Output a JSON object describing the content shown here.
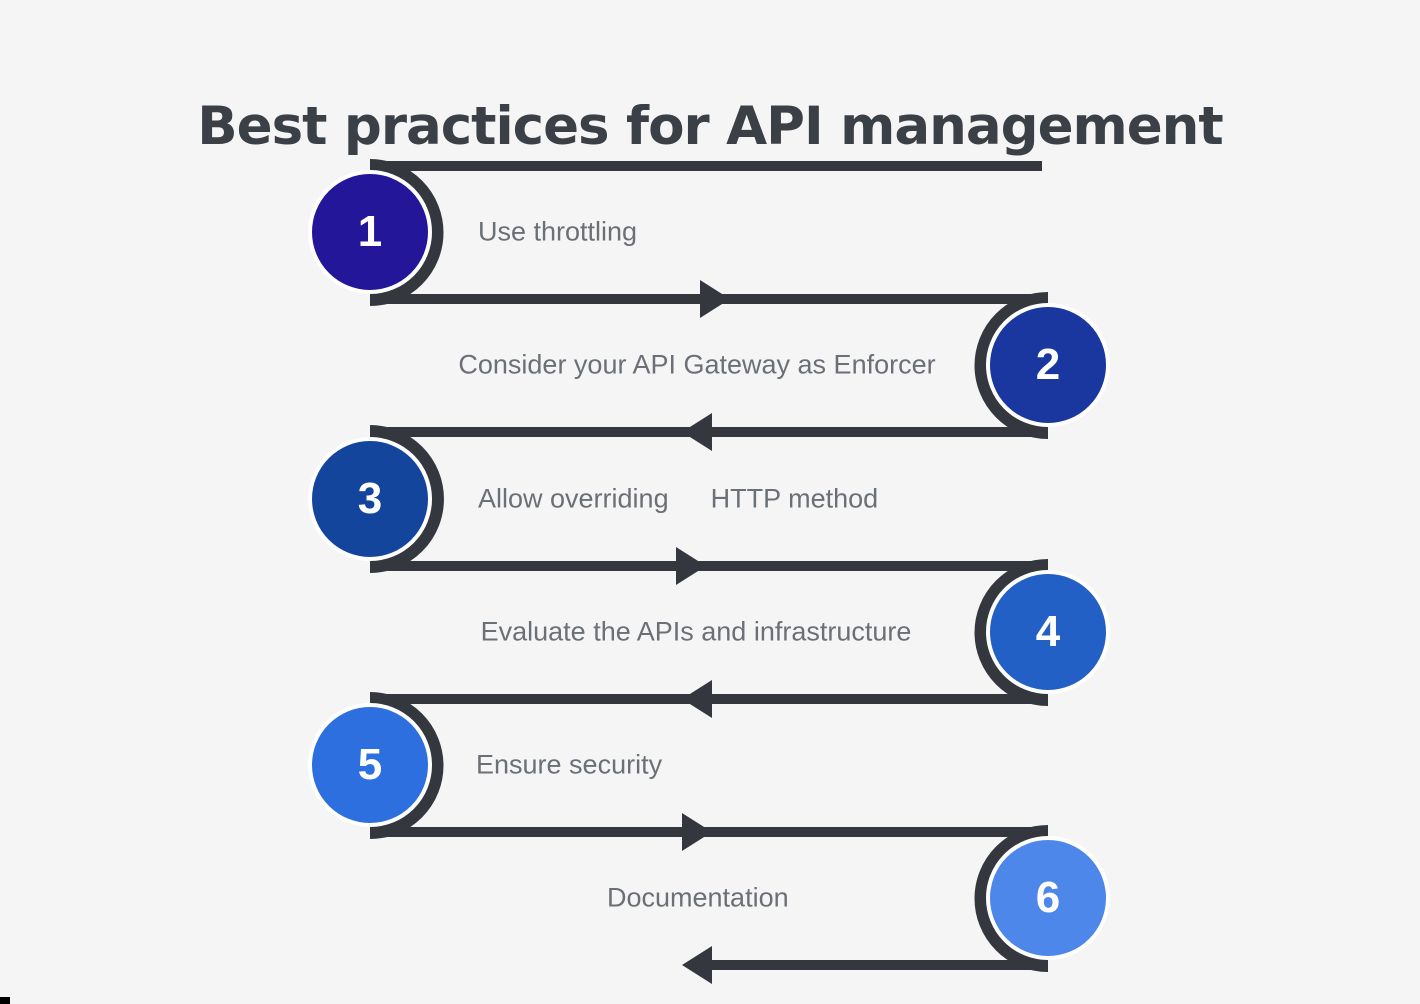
{
  "title": "Best practices for API management",
  "colors": {
    "background": "#f5f5f6",
    "track": "#34383e",
    "title_text": "#3b4046",
    "label_text": "#6b7076",
    "number_text": "#ffffff",
    "circle_ring": "#ffffff",
    "corner_artifact": "#000000"
  },
  "steps": [
    {
      "number": "1",
      "label": "Use throttling",
      "circle_color": "#231699",
      "side": "left"
    },
    {
      "number": "2",
      "label": "Consider your API Gateway as Enforcer",
      "circle_color": "#19379e",
      "side": "right"
    },
    {
      "number": "3",
      "label": "Allow overriding",
      "label2": "HTTP method",
      "circle_color": "#14459d",
      "side": "left"
    },
    {
      "number": "4",
      "label": "Evaluate the APIs and infrastructure",
      "circle_color": "#2260c5",
      "side": "right"
    },
    {
      "number": "5",
      "label": "Ensure security",
      "circle_color": "#2e6fe0",
      "side": "left"
    },
    {
      "number": "6",
      "label": "Documentation",
      "circle_color": "#4d87e9",
      "side": "right"
    }
  ]
}
